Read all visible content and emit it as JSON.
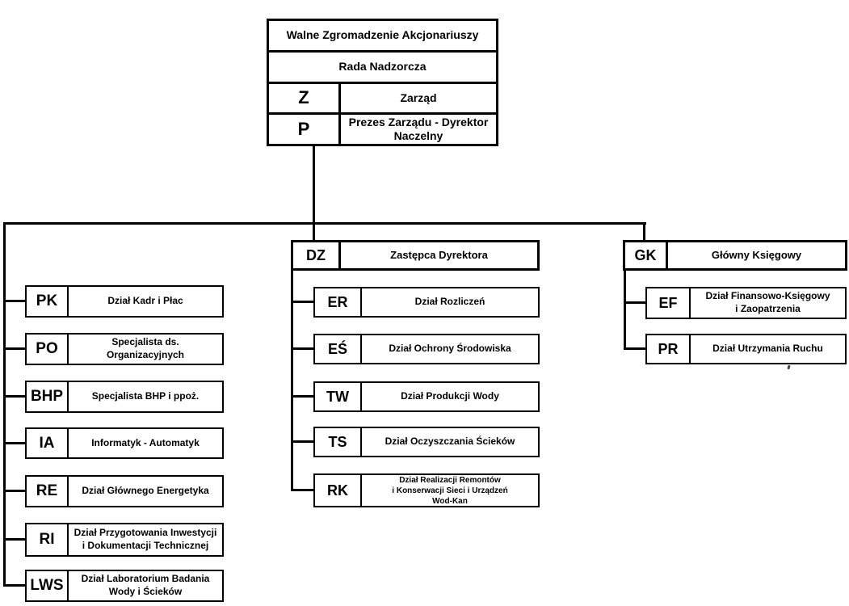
{
  "diagram": {
    "type": "organizational-chart",
    "language": "pl",
    "line_color": "#000000",
    "background_color": "#ffffff"
  },
  "root": {
    "rows": [
      {
        "label": "Walne Zgromadzenie Akcjonariuszy"
      },
      {
        "label": "Rada Nadzorcza"
      },
      {
        "code": "Z",
        "label": "Zarząd"
      },
      {
        "code": "P",
        "label": "Prezes Zarządu - Dyrektor\nNaczelny"
      }
    ]
  },
  "branches": {
    "left": {
      "items": [
        {
          "code": "PK",
          "label": "Dział Kadr i Płac"
        },
        {
          "code": "PO",
          "label": "Specjalista ds. Organizacyjnych"
        },
        {
          "code": "BHP",
          "label": "Specjalista BHP i ppoż."
        },
        {
          "code": "IA",
          "label": "Informatyk - Automatyk"
        },
        {
          "code": "RE",
          "label": "Dział Głównego Energetyka"
        },
        {
          "code": "RI",
          "label": "Dział Przygotowania Inwestycji\ni Dokumentacji Technicznej"
        },
        {
          "code": "LWS",
          "label": "Dział Laboratorium Badania\nWody i Ścieków"
        }
      ]
    },
    "middle": {
      "head": {
        "code": "DZ",
        "label": "Zastępca Dyrektora"
      },
      "items": [
        {
          "code": "ER",
          "label": "Dział Rozliczeń"
        },
        {
          "code": "EŚ",
          "label": "Dział Ochrony Środowiska"
        },
        {
          "code": "TW",
          "label": "Dział Produkcji Wody"
        },
        {
          "code": "TS",
          "label": "Dział Oczyszczania Ścieków"
        },
        {
          "code": "RK",
          "label": "Dział Realizacji Remontów\ni Konserwacji Sieci i Urządzeń\nWod-Kan"
        }
      ]
    },
    "right": {
      "head": {
        "code": "GK",
        "label": "Główny Księgowy"
      },
      "items": [
        {
          "code": "EF",
          "label": "Dział Finansowo-Księgowy\ni Zaopatrzenia"
        },
        {
          "code": "PR",
          "label": "Dział Utrzymania Ruchu"
        }
      ]
    }
  }
}
